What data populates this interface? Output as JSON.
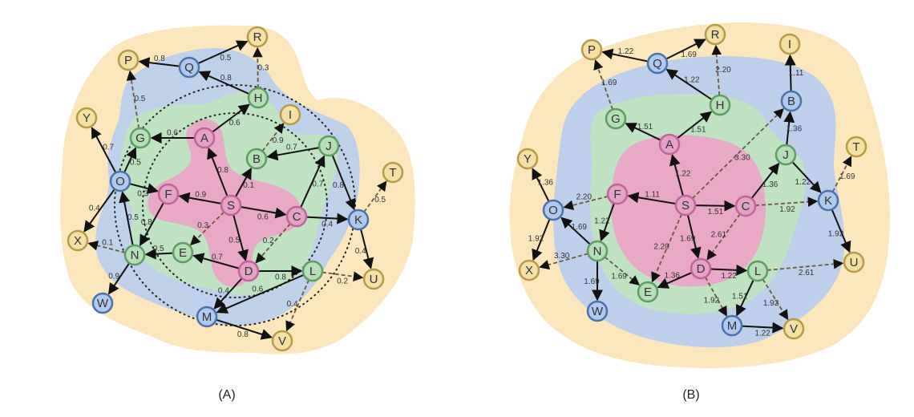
{
  "colors": {
    "ring0": "#ef9fc7",
    "ring1": "#bfe3c0",
    "ring2": "#b8cdef",
    "ring3": "#fbe3b0",
    "node0": "#e2a3c6",
    "node1": "#b6deb8",
    "node2": "#b0c9ee",
    "node3": "#f4e0a4",
    "stroke0": "#c0649a",
    "stroke1": "#5e9e62",
    "stroke2": "#4b72ad",
    "stroke3": "#b79a45",
    "edge": "#111111"
  },
  "panels": [
    {
      "caption": "(A)",
      "nodes": [
        {
          "id": "S",
          "level": 0
        },
        {
          "id": "A",
          "level": 0
        },
        {
          "id": "F",
          "level": 0
        },
        {
          "id": "C",
          "level": 0
        },
        {
          "id": "D",
          "level": 0
        },
        {
          "id": "B",
          "level": 1
        },
        {
          "id": "H",
          "level": 1
        },
        {
          "id": "G",
          "level": 1
        },
        {
          "id": "J",
          "level": 1
        },
        {
          "id": "E",
          "level": 1
        },
        {
          "id": "N",
          "level": 1
        },
        {
          "id": "L",
          "level": 1
        },
        {
          "id": "Q",
          "level": 2
        },
        {
          "id": "O",
          "level": 2
        },
        {
          "id": "K",
          "level": 2
        },
        {
          "id": "M",
          "level": 2
        },
        {
          "id": "W",
          "level": 2
        },
        {
          "id": "R",
          "level": 3
        },
        {
          "id": "P",
          "level": 3
        },
        {
          "id": "Y",
          "level": 3
        },
        {
          "id": "I",
          "level": 3
        },
        {
          "id": "T",
          "level": 3
        },
        {
          "id": "X",
          "level": 3
        },
        {
          "id": "U",
          "level": 3
        },
        {
          "id": "V",
          "level": 3
        }
      ],
      "edges": [
        {
          "from": "S",
          "to": "A",
          "label": "0.8",
          "style": "solid"
        },
        {
          "from": "S",
          "to": "F",
          "label": "0.9",
          "style": "solid"
        },
        {
          "from": "S",
          "to": "C",
          "label": "0.6",
          "style": "solid"
        },
        {
          "from": "S",
          "to": "D",
          "label": "0.5",
          "style": "solid"
        },
        {
          "from": "S",
          "to": "B",
          "label": "0.1",
          "style": "solid"
        },
        {
          "from": "A",
          "to": "G",
          "label": "0.6",
          "style": "solid"
        },
        {
          "from": "A",
          "to": "H",
          "label": "0.6",
          "style": "solid"
        },
        {
          "from": "H",
          "to": "Q",
          "label": "0.8",
          "style": "solid"
        },
        {
          "from": "Q",
          "to": "P",
          "label": "0.8",
          "style": "solid"
        },
        {
          "from": "Q",
          "to": "R",
          "label": "0.5",
          "style": "solid"
        },
        {
          "from": "H",
          "to": "R",
          "label": "0.3",
          "style": "dashed"
        },
        {
          "from": "G",
          "to": "P",
          "label": "0.5",
          "style": "dashed"
        },
        {
          "from": "B",
          "to": "I",
          "label": "0.9",
          "style": "dashed"
        },
        {
          "from": "J",
          "to": "B",
          "label": "0.7",
          "style": "solid"
        },
        {
          "from": "C",
          "to": "J",
          "label": "0.7",
          "style": "solid"
        },
        {
          "from": "J",
          "to": "K",
          "label": "0.8",
          "style": "solid"
        },
        {
          "from": "K",
          "to": "T",
          "label": "0.5",
          "style": "dashed"
        },
        {
          "from": "K",
          "to": "U",
          "label": "0.4",
          "style": "solid"
        },
        {
          "from": "C",
          "to": "K",
          "label": "0.4",
          "style": "solid"
        },
        {
          "from": "C",
          "to": "D",
          "label": "0.2",
          "style": "dashed"
        },
        {
          "from": "S",
          "to": "E",
          "label": "0.3",
          "style": "dashed"
        },
        {
          "from": "D",
          "to": "E",
          "label": "0.7",
          "style": "solid"
        },
        {
          "from": "D",
          "to": "L",
          "label": "0.8",
          "style": "solid"
        },
        {
          "from": "L",
          "to": "U",
          "label": "0.2",
          "style": "dashed"
        },
        {
          "from": "L",
          "to": "M",
          "label": "0.6",
          "style": "solid"
        },
        {
          "from": "D",
          "to": "M",
          "label": "0.4",
          "style": "solid"
        },
        {
          "from": "L",
          "to": "V",
          "label": "0.4",
          "style": "dashed"
        },
        {
          "from": "M",
          "to": "V",
          "label": "0.8",
          "style": "solid"
        },
        {
          "from": "F",
          "to": "N",
          "label": "0.8",
          "style": "solid"
        },
        {
          "from": "E",
          "to": "N",
          "label": "0.5",
          "style": "solid"
        },
        {
          "from": "N",
          "to": "O",
          "label": "0.5",
          "style": "solid"
        },
        {
          "from": "O",
          "to": "F",
          "label": "0.3",
          "style": "solid"
        },
        {
          "from": "O",
          "to": "G",
          "label": "0.5",
          "style": "solid"
        },
        {
          "from": "O",
          "to": "Y",
          "label": "0.7",
          "style": "solid"
        },
        {
          "from": "O",
          "to": "X",
          "label": "0.4",
          "style": "solid"
        },
        {
          "from": "N",
          "to": "X",
          "label": "0.1",
          "style": "dashed"
        },
        {
          "from": "N",
          "to": "W",
          "label": "0.9",
          "style": "solid"
        }
      ]
    },
    {
      "caption": "(B)",
      "nodes": [
        {
          "id": "S",
          "level": 0
        },
        {
          "id": "A",
          "level": 0
        },
        {
          "id": "F",
          "level": 0
        },
        {
          "id": "C",
          "level": 0
        },
        {
          "id": "D",
          "level": 0
        },
        {
          "id": "H",
          "level": 1
        },
        {
          "id": "G",
          "level": 1
        },
        {
          "id": "J",
          "level": 1
        },
        {
          "id": "N",
          "level": 1
        },
        {
          "id": "E",
          "level": 1
        },
        {
          "id": "L",
          "level": 1
        },
        {
          "id": "Q",
          "level": 2
        },
        {
          "id": "B",
          "level": 2
        },
        {
          "id": "O",
          "level": 2
        },
        {
          "id": "K",
          "level": 2
        },
        {
          "id": "W",
          "level": 2
        },
        {
          "id": "M",
          "level": 2
        },
        {
          "id": "P",
          "level": 3
        },
        {
          "id": "R",
          "level": 3
        },
        {
          "id": "I",
          "level": 3
        },
        {
          "id": "Y",
          "level": 3
        },
        {
          "id": "T",
          "level": 3
        },
        {
          "id": "X",
          "level": 3
        },
        {
          "id": "U",
          "level": 3
        },
        {
          "id": "V",
          "level": 3
        }
      ],
      "edges": [
        {
          "from": "S",
          "to": "A",
          "label": "1.22",
          "style": "solid"
        },
        {
          "from": "S",
          "to": "F",
          "label": "1.11",
          "style": "solid"
        },
        {
          "from": "S",
          "to": "C",
          "label": "1.51",
          "style": "solid"
        },
        {
          "from": "S",
          "to": "D",
          "label": "1.69",
          "style": "solid"
        },
        {
          "from": "S",
          "to": "B",
          "label": "3.30",
          "style": "dashed"
        },
        {
          "from": "S",
          "to": "E",
          "label": "2.20",
          "style": "dashed"
        },
        {
          "from": "C",
          "to": "D",
          "label": "2.61",
          "style": "dashed"
        },
        {
          "from": "A",
          "to": "G",
          "label": "1.51",
          "style": "solid"
        },
        {
          "from": "A",
          "to": "H",
          "label": "1.51",
          "style": "solid"
        },
        {
          "from": "H",
          "to": "Q",
          "label": "1.22",
          "style": "solid"
        },
        {
          "from": "H",
          "to": "R",
          "label": "2.20",
          "style": "dashed"
        },
        {
          "from": "Q",
          "to": "P",
          "label": "1.22",
          "style": "solid"
        },
        {
          "from": "Q",
          "to": "R",
          "label": "1.69",
          "style": "solid"
        },
        {
          "from": "G",
          "to": "P",
          "label": "1.69",
          "style": "dashed"
        },
        {
          "from": "B",
          "to": "I",
          "label": "1.11",
          "style": "solid"
        },
        {
          "from": "J",
          "to": "B",
          "label": "1.36",
          "style": "solid"
        },
        {
          "from": "C",
          "to": "J",
          "label": "1.36",
          "style": "solid"
        },
        {
          "from": "J",
          "to": "K",
          "label": "1.22",
          "style": "solid"
        },
        {
          "from": "C",
          "to": "K",
          "label": "1.92",
          "style": "dashed"
        },
        {
          "from": "K",
          "to": "T",
          "label": "1.69",
          "style": "dashed"
        },
        {
          "from": "K",
          "to": "U",
          "label": "1.92",
          "style": "solid"
        },
        {
          "from": "F",
          "to": "O",
          "label": "2.20",
          "style": "dashed"
        },
        {
          "from": "F",
          "to": "N",
          "label": "1.22",
          "style": "solid"
        },
        {
          "from": "N",
          "to": "O",
          "label": "1.69",
          "style": "solid"
        },
        {
          "from": "O",
          "to": "Y",
          "label": "1.36",
          "style": "solid"
        },
        {
          "from": "O",
          "to": "X",
          "label": "1.92",
          "style": "solid"
        },
        {
          "from": "N",
          "to": "X",
          "label": "3.30",
          "style": "dashed"
        },
        {
          "from": "N",
          "to": "W",
          "label": "1.69",
          "style": "solid"
        },
        {
          "from": "N",
          "to": "E",
          "label": "1.69",
          "style": "dashed"
        },
        {
          "from": "D",
          "to": "E",
          "label": "1.36",
          "style": "solid"
        },
        {
          "from": "D",
          "to": "L",
          "label": "1.22",
          "style": "solid"
        },
        {
          "from": "L",
          "to": "U",
          "label": "2.61",
          "style": "dashed"
        },
        {
          "from": "L",
          "to": "M",
          "label": "1.51",
          "style": "solid"
        },
        {
          "from": "D",
          "to": "M",
          "label": "1.92",
          "style": "dashed"
        },
        {
          "from": "L",
          "to": "V",
          "label": "1.92",
          "style": "dashed"
        },
        {
          "from": "M",
          "to": "V",
          "label": "1.22",
          "style": "solid"
        }
      ]
    }
  ]
}
